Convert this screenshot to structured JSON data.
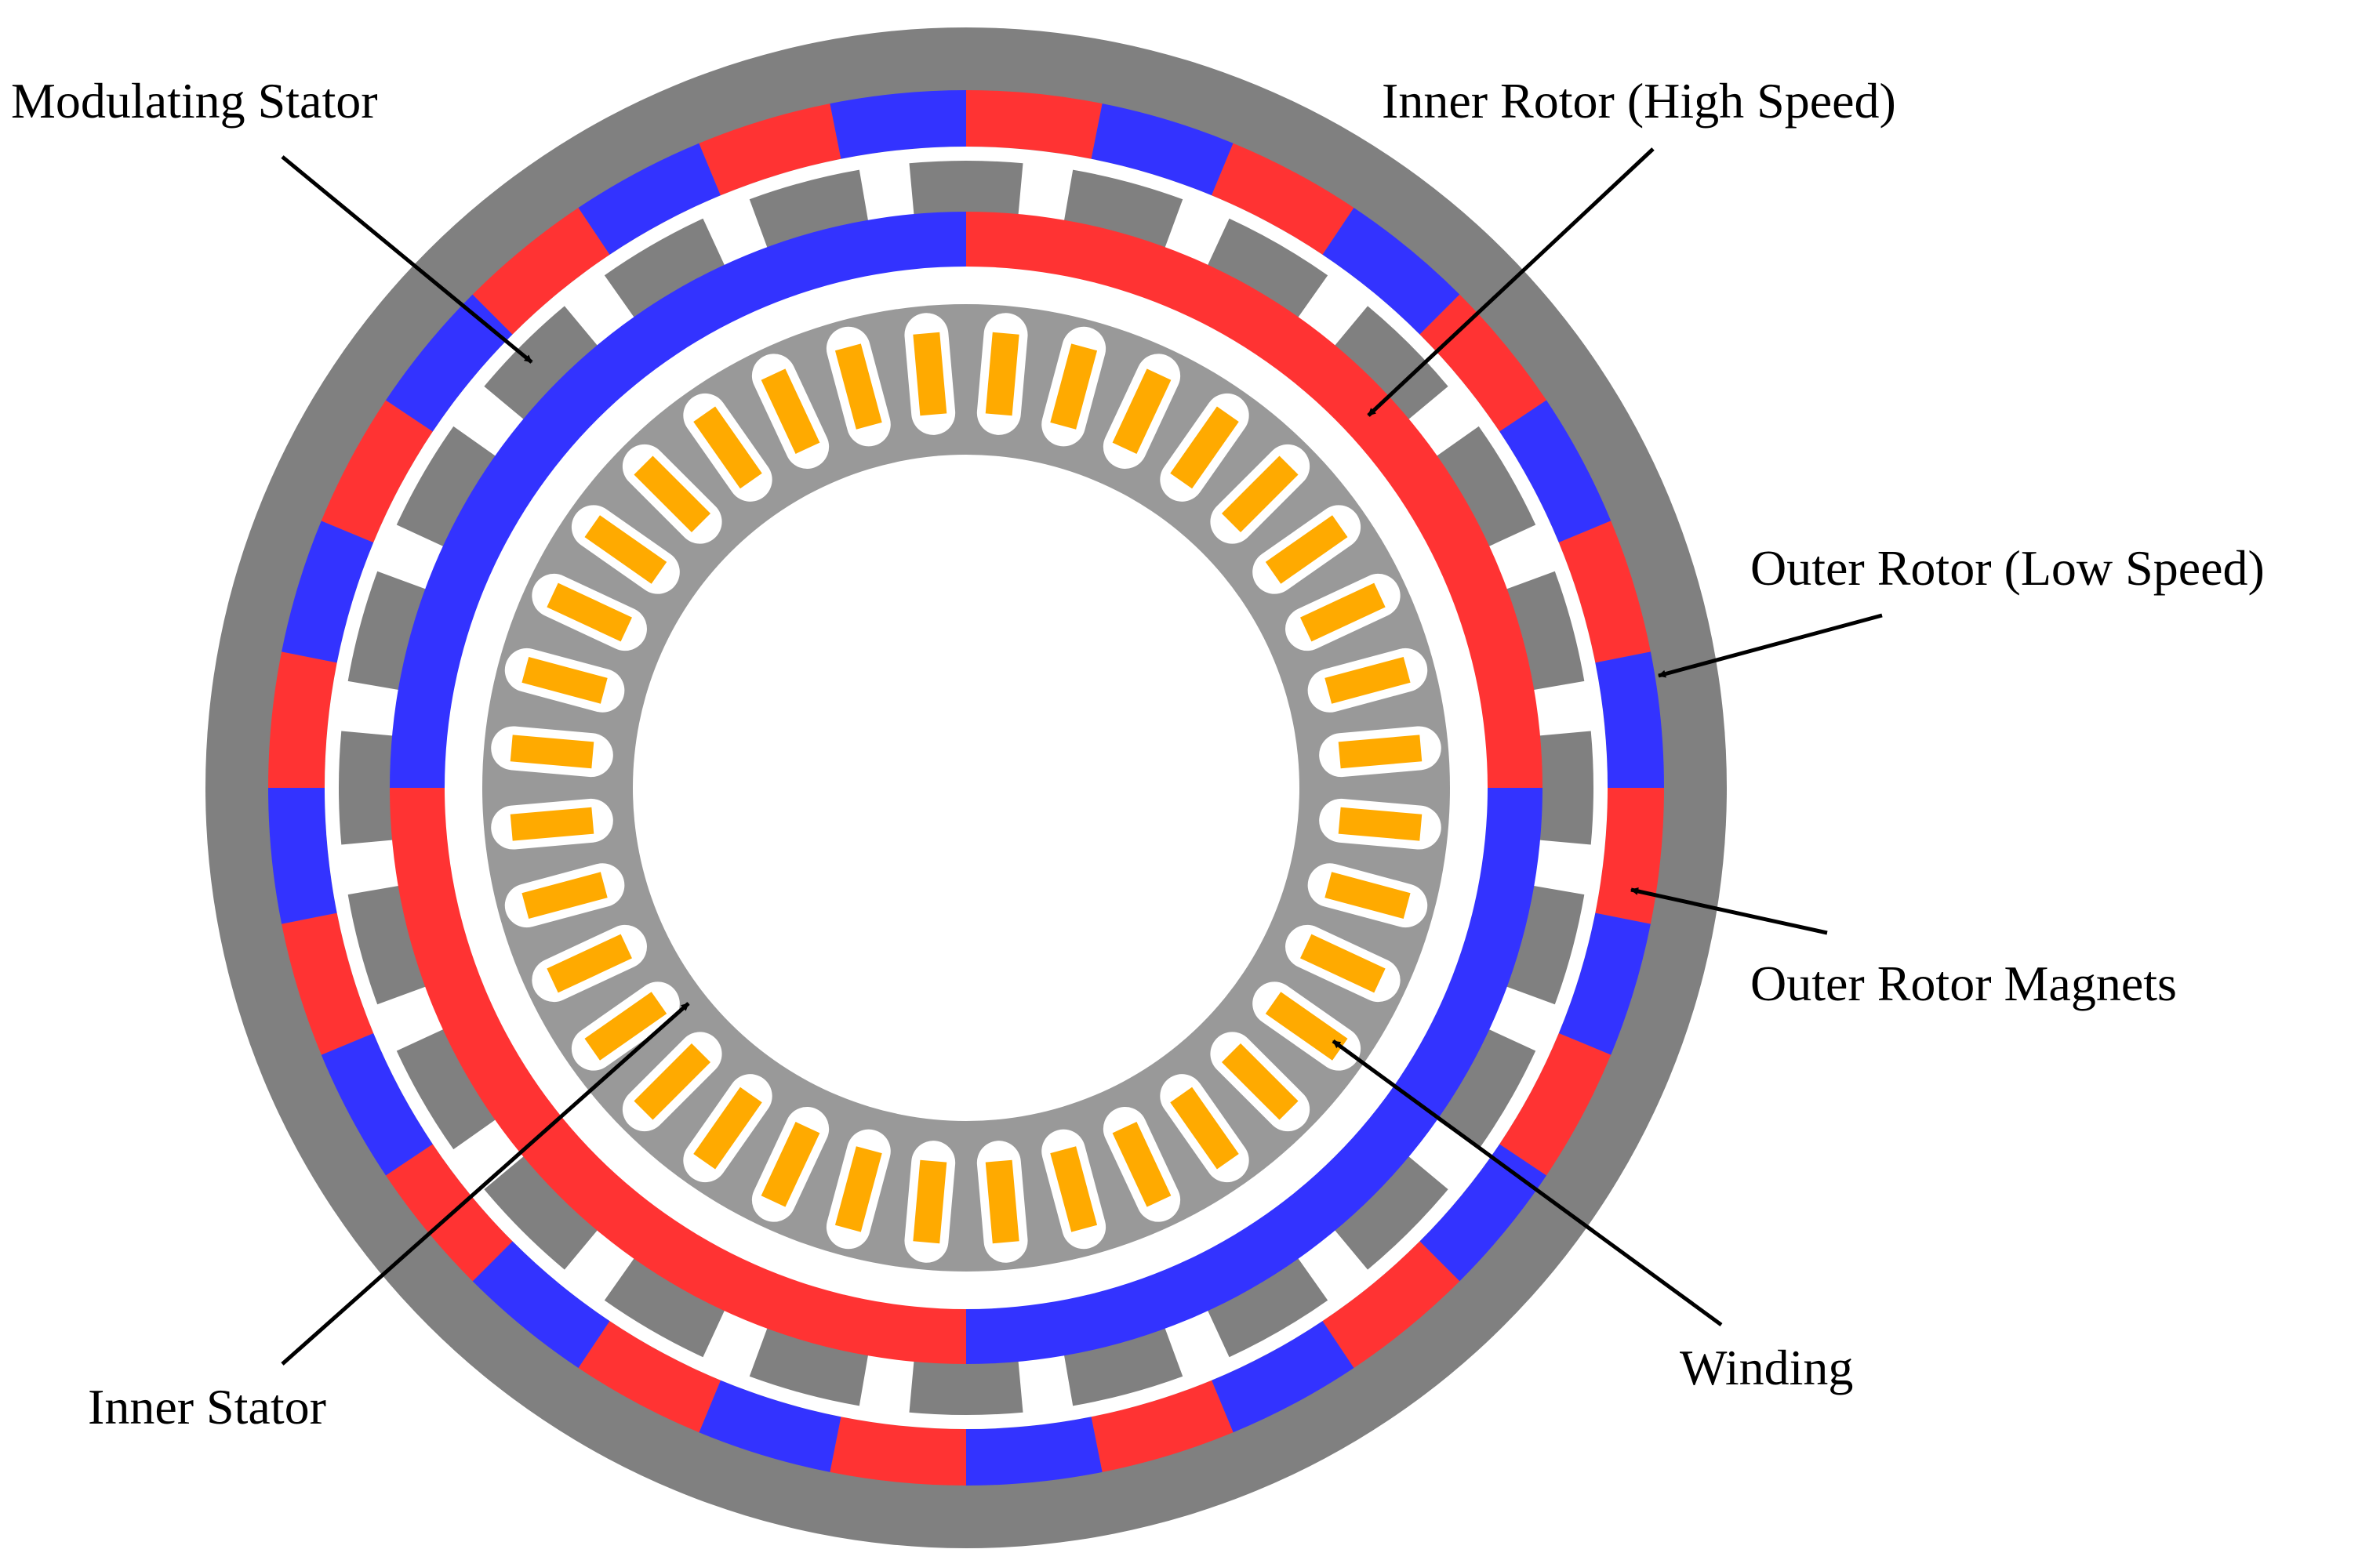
{
  "labels": {
    "modulating_stator": "Modulating Stator",
    "inner_rotor": "Inner Rotor (High Speed)",
    "outer_rotor": "Outer Rotor (Low Speed)",
    "outer_rotor_magnets": "Outer Rotor Magnets",
    "winding": "Winding",
    "inner_stator": "Inner Stator"
  },
  "colors": {
    "outer_shell": "#808080",
    "modulating_pole": "#808080",
    "inner_stator_core": "#999999",
    "magnet_red": "#ff3333",
    "magnet_blue": "#3333ff",
    "winding": "#ffaa00",
    "slot": "#ffffff",
    "arrow": "#000000"
  },
  "structure": {
    "outer_rotor_magnet_count": 32,
    "modulating_pole_count": 24,
    "inner_rotor_pole_count": 4,
    "stator_slot_count": 36
  }
}
